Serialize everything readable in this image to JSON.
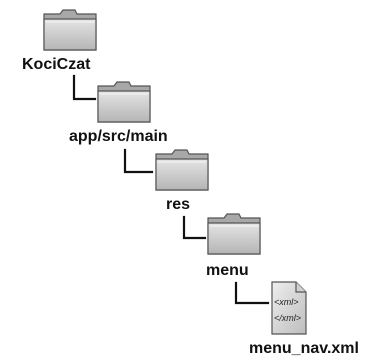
{
  "tree": {
    "root": {
      "label": "KociCzat",
      "icon": "folder-icon"
    },
    "level1": {
      "label": "app/src/main",
      "icon": "folder-icon"
    },
    "level2": {
      "label": "res",
      "icon": "folder-icon"
    },
    "level3": {
      "label": "menu",
      "icon": "folder-icon"
    },
    "file": {
      "label": "menu_nav.xml",
      "icon": "xml-file-icon",
      "icon_text_open": "<xml>",
      "icon_text_close": "</xml>"
    }
  },
  "colors": {
    "line": "#111111",
    "folder_light": "#d9d9d9",
    "folder_dark": "#9a9a9a",
    "text": "#111111"
  }
}
